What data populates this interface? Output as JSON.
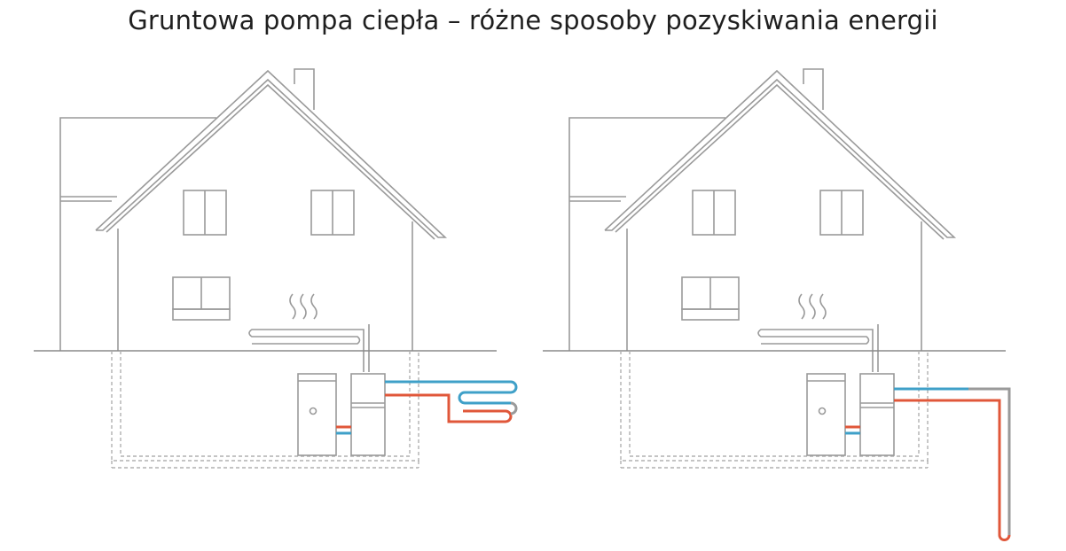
{
  "title": "Gruntowa pompa ciepła – różne sposoby pozyskiwania energii",
  "colors": {
    "line": "#9a9a9a",
    "cold_pipe": "#3fa0c8",
    "hot_pipe": "#e0573a"
  },
  "diagrams": [
    {
      "id": "horizontal-collector",
      "collector": "horizontal"
    },
    {
      "id": "vertical-probe",
      "collector": "vertical"
    }
  ]
}
